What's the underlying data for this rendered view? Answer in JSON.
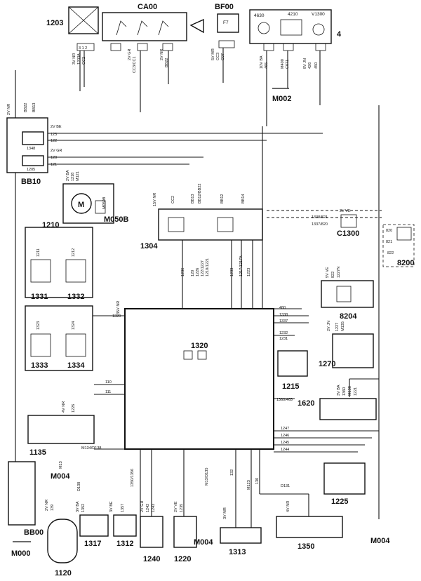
{
  "components": {
    "c1203": "1203",
    "ca00": "CA00",
    "bf00": "BF00",
    "f7": "F7",
    "c4630": "4630",
    "c4210": "4210",
    "v1300": "V1300",
    "c4": "4",
    "m002": "M002",
    "bb10": "BB10",
    "c1348": "1348",
    "c1205": "1205",
    "c1210": "1210",
    "m050b": "M050B",
    "c1304": "1304",
    "c1300": "C1300",
    "c8200": "8200",
    "c1331": "1331",
    "c1332": "1332",
    "c1333": "1333",
    "c1334": "1334",
    "c1320": "1320",
    "c8204": "8204",
    "c1270": "1270",
    "c1215": "1215",
    "c1620": "1620",
    "c1135": "1135",
    "m004a": "M004",
    "c1225": "1225",
    "bb00": "BB00",
    "m000": "M000",
    "c1120": "1120",
    "c1317": "1317",
    "c1312": "1312",
    "c1240": "1240",
    "c1220": "1220",
    "m004b": "M004",
    "c1313": "1313",
    "c1350": "1350",
    "m004c": "M004"
  },
  "wire_labels": {
    "w1203": "3V NR",
    "w1203b": "1203A",
    "wcc2": "CC2",
    "wgr": "2V GR",
    "wcc3": "CC3/CC1",
    "wnr2": "2V NR",
    "wbb22": "BB22",
    "wmr": "5V MR",
    "wcc3b": "CC3",
    "wc07": "C07",
    "wba": "10V BA",
    "w465": "465",
    "wm400": "M400",
    "wc071": "C071",
    "wjn": "8V JN",
    "w426": "426",
    "w450": "450",
    "wbb10nr": "2V NR",
    "wbb22b": "BB22",
    "wbb13": "BB13",
    "wbe": "2V BE",
    "w123": "123",
    "w122": "122",
    "wgr2": "2V GR",
    "w120": "120",
    "w121": "121",
    "w1218": "1218",
    "wba2": "2V BA",
    "wm121": "M121",
    "wm050b": "M050B",
    "w15v": "15V NR",
    "wcc2b": "CC2",
    "wbb13b": "BB13",
    "wbb12": "BB12/BB22",
    "wbb12b": "BB12",
    "wbb14": "BB14",
    "w1236": "1236",
    "w120b": "120",
    "w1226": "1226",
    "w122b": "122/1227",
    "w1210": "1210/1221",
    "w1233": "1233",
    "w1217": "1217/1217A",
    "w1223": "1223",
    "w1338": "1338/821",
    "w1337": "1337/820",
    "w2vve": "2V VE",
    "w820": "820",
    "w821": "821",
    "w822": "822",
    "w1211": "1211",
    "w1212": "1212",
    "w1323": "1323",
    "w1324": "1324",
    "w35v": "35V NR",
    "w1320": "1320",
    "w480": "480",
    "w1338b": "1338",
    "w1337b": "1337",
    "w1232": "1232",
    "w1231": "1231",
    "w5vve": "5V VE",
    "w822b": "822",
    "w1227n": "1227N",
    "w1227": "1227",
    "wm135": "M135",
    "w2vjn": "2V JN",
    "w1360": "1360",
    "wm138": "M138",
    "w3vba": "3V BA",
    "w1221": "1221",
    "w1360_465": "1360/465",
    "w1247": "1247",
    "w1246": "1246",
    "w1245": "1245",
    "w1244": "1244",
    "w4vnr": "4V NR",
    "w110": "110",
    "w111": "111",
    "w1226b": "1226",
    "wm134": "M134/D138",
    "wm13": "M13",
    "wd138": "D138",
    "w139": "139",
    "w1352": "1352",
    "w1350": "1350/1356",
    "w1357": "1357",
    "w1242": "1242",
    "w1243": "1243",
    "w1235": "1235",
    "wm13b": "M13/D135",
    "w132": "132",
    "wm123": "M123",
    "w130": "130",
    "wd131": "D131",
    "w2vnr": "2V NR",
    "w3vba2": "3V BA",
    "w3vbe": "3V BE",
    "w2vgr": "2V GR",
    "w2vve2": "2V VE",
    "w3vmr": "3V MR",
    "w4vnr2": "4V NR"
  }
}
